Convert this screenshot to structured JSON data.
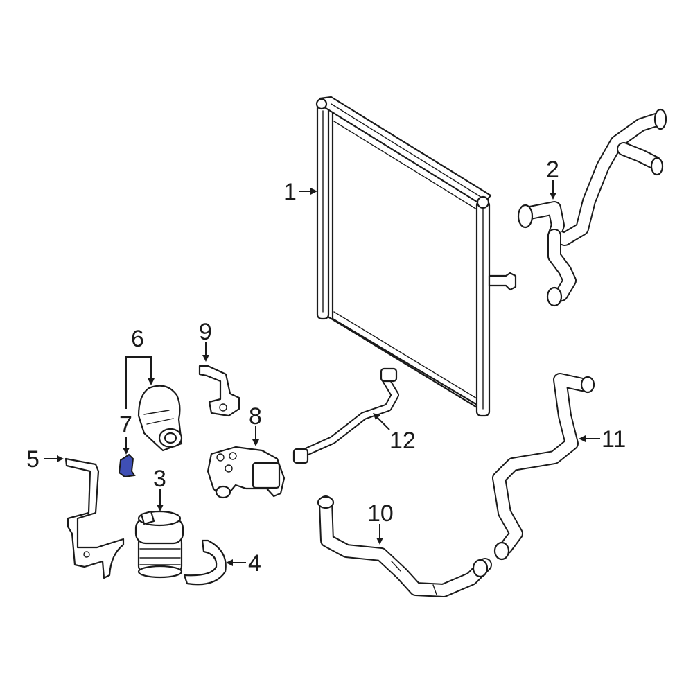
{
  "callouts": [
    {
      "id": "1",
      "text": "1"
    },
    {
      "id": "2",
      "text": "2"
    },
    {
      "id": "3",
      "text": "3"
    },
    {
      "id": "4",
      "text": "4"
    },
    {
      "id": "5",
      "text": "5"
    },
    {
      "id": "6",
      "text": "6"
    },
    {
      "id": "7",
      "text": "7"
    },
    {
      "id": "8",
      "text": "8"
    },
    {
      "id": "9",
      "text": "9"
    },
    {
      "id": "10",
      "text": "10"
    },
    {
      "id": "11",
      "text": "11"
    },
    {
      "id": "12",
      "text": "12"
    }
  ],
  "colors": {
    "line": "#1a1a1a",
    "highlight": "#3f4fb5",
    "background": "#ffffff"
  }
}
